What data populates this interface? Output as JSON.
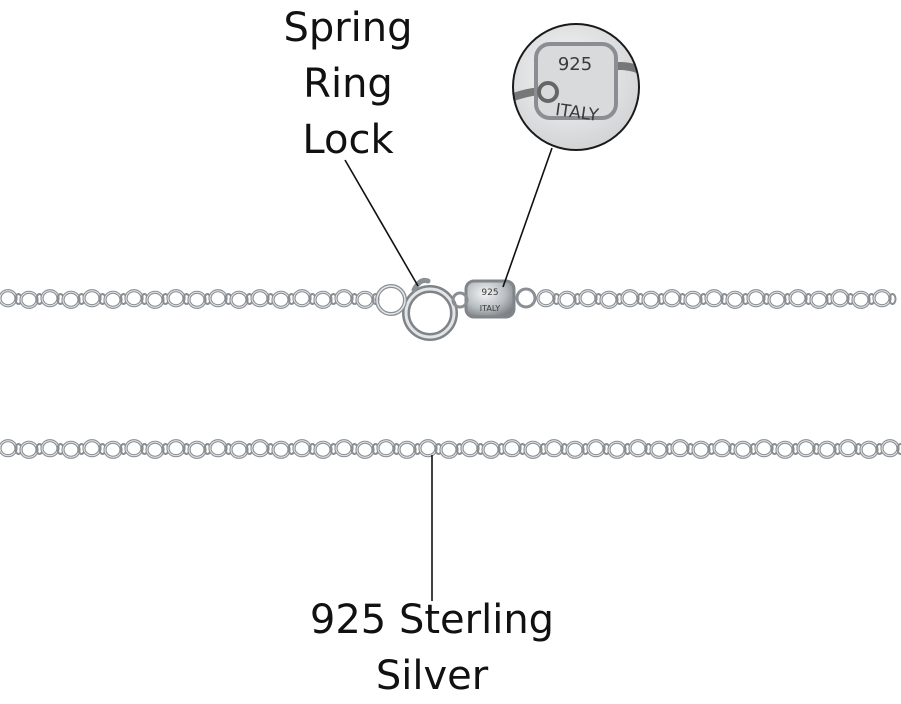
{
  "labels": {
    "spring_ring_lock": [
      "Spring",
      "Ring",
      "Lock"
    ],
    "sterling_silver": [
      "925 Sterling",
      "Silver"
    ]
  },
  "stamp": {
    "purity": "925",
    "origin": "ITALY"
  },
  "colors": {
    "background": "#ffffff",
    "metal": "#8a8f94",
    "metal_highlight": "#e6e8ea",
    "callout_line": "#111111",
    "text": "#111111"
  }
}
